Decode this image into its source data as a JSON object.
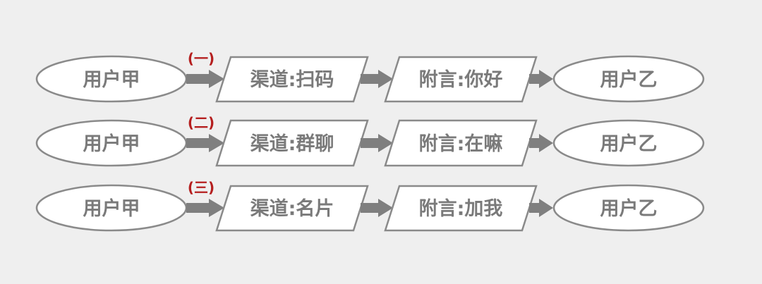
{
  "colors": {
    "background": "#efefef",
    "shape_stroke": "#8a8a8a",
    "shape_fill": "#ffffff",
    "text": "#7a7a7a",
    "arrow": "#7f7f7f",
    "step_marker": "#b51f1f"
  },
  "flows": [
    {
      "step": "(一)",
      "from": "用户甲",
      "channel": "渠道:扫码",
      "message": "附言:你好",
      "to": "用户乙"
    },
    {
      "step": "(二)",
      "from": "用户甲",
      "channel": "渠道:群聊",
      "message": "附言:在嘛",
      "to": "用户乙"
    },
    {
      "step": "(三)",
      "from": "用户甲",
      "channel": "渠道:名片",
      "message": "附言:加我",
      "to": "用户乙"
    }
  ]
}
